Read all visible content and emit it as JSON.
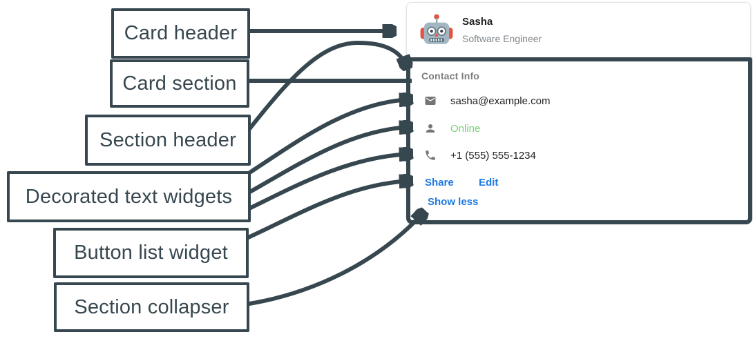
{
  "annotations": [
    {
      "label": "Card header"
    },
    {
      "label": "Card section"
    },
    {
      "label": "Section header"
    },
    {
      "label": "Decorated text widgets"
    },
    {
      "label": "Button list widget"
    },
    {
      "label": "Section collapser"
    }
  ],
  "card": {
    "header": {
      "avatar_icon": "robot-avatar-icon",
      "name": "Sasha",
      "role": "Software Engineer"
    },
    "section": {
      "header": "Contact Info",
      "rows": [
        {
          "icon": "mail-icon",
          "text": "sasha@example.com",
          "color": "#212121"
        },
        {
          "icon": "person-icon",
          "text": "Online",
          "color": "#76d275"
        },
        {
          "icon": "phone-icon",
          "text": "+1 (555) 555-1234",
          "color": "#212121"
        }
      ],
      "buttons": [
        {
          "label": "Share"
        },
        {
          "label": "Edit"
        }
      ],
      "collapser": {
        "label": "Show less"
      }
    }
  },
  "colors": {
    "annotation_ink": "#37474F",
    "link_blue": "#1f7ae0",
    "online_green": "#76d275",
    "muted_gray": "#7d7d7d"
  }
}
